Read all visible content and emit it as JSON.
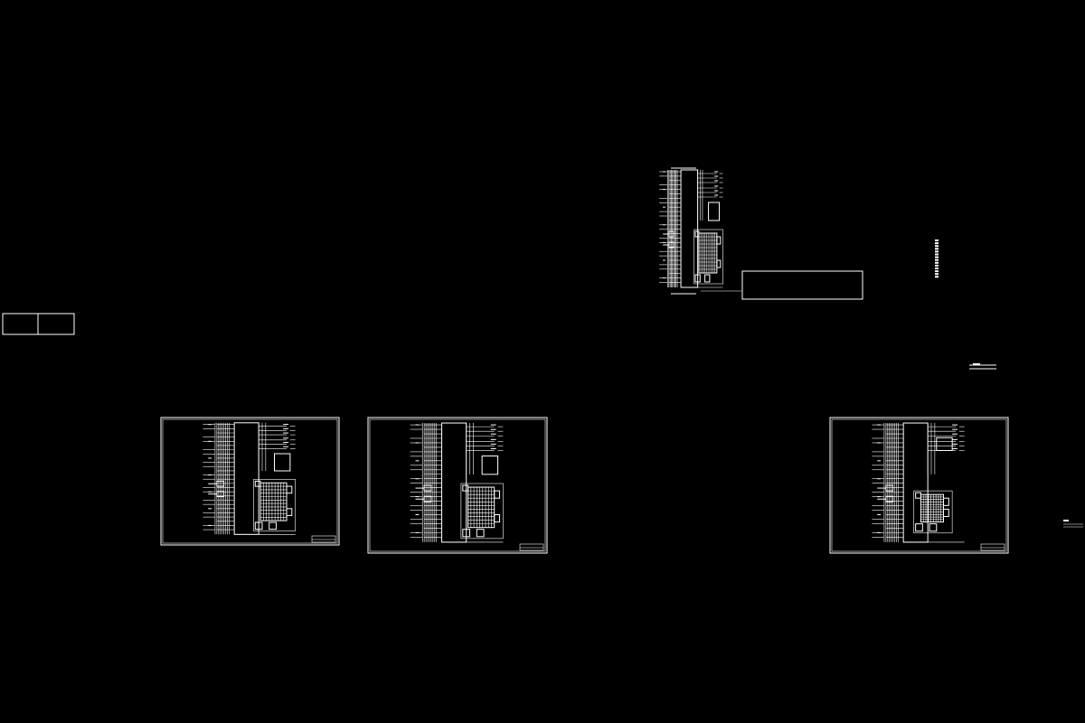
{
  "canvas": {
    "background": "#000000",
    "stroke_color": "#ffffff"
  },
  "sheets": [
    {
      "id": "sheet-1",
      "variant": "a"
    },
    {
      "id": "sheet-2",
      "variant": "b"
    },
    {
      "id": "sheet-3",
      "variant": "c"
    }
  ],
  "detail_view": {
    "id": "top-detail",
    "variant": "a"
  },
  "loose_items": [
    "title-table-left",
    "title-block-box",
    "vertical-note-column",
    "scale-bar-right",
    "small-legend-bottom-right"
  ]
}
